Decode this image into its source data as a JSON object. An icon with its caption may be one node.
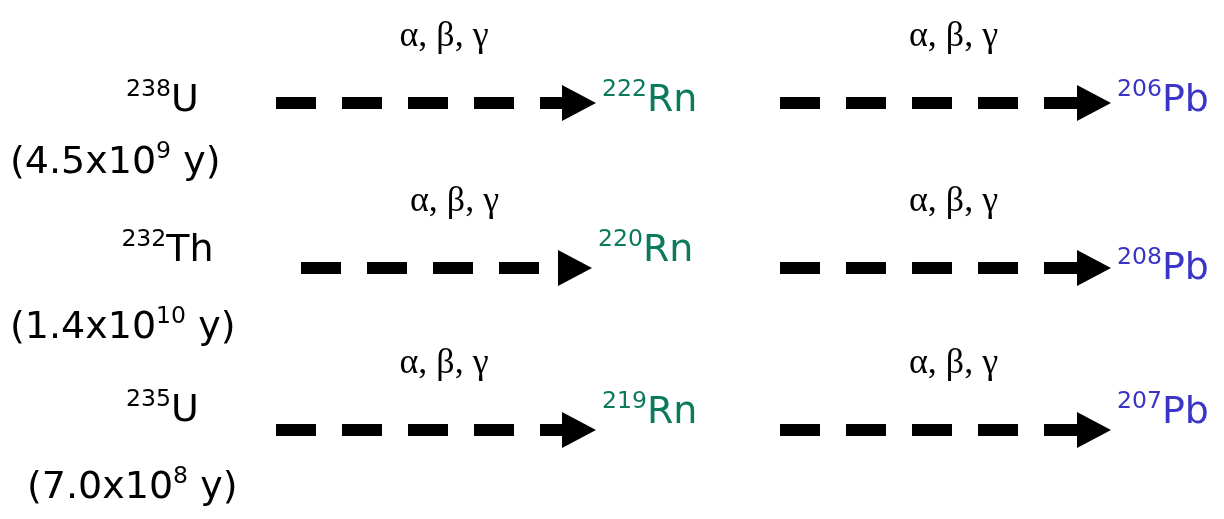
{
  "diagram": {
    "nodes": [
      {
        "text": [
          "$^{238}$U"
        ],
        "beside": [
          "(4.5x10$^{9}$ y)"
        ]
      },
      {
        "text": [
          "$^{222}$Rn"
        ]
      },
      {
        "text": [
          "$^{206}$Pb"
        ]
      },
      {
        "text": [
          "$^{232}$Th"
        ],
        "beside": [
          "(1.4x10$^{10}$ y)"
        ]
      },
      {
        "text": [
          "$^{220}$Rn"
        ]
      },
      {
        "text": [
          "$^{208}$Pb"
        ]
      },
      {
        "text": [
          "$^{235}$U"
        ],
        "beside": [
          "(7.0x10$^{8}$ y)"
        ]
      },
      {
        "text": [
          "$^{219}$Rn"
        ]
      },
      {
        "text": [
          "$^{207}$Pb"
        ]
      }
    ],
    "edges": [
      {
        "from": 0,
        "to": 1,
        "arrow": "to",
        "label": "α, β, γ",
        "style": "dashed"
      },
      {
        "from": 1,
        "to": 2,
        "arrow": "to",
        "label": "α, β, γ",
        "style": "dashed"
      },
      {
        "from": 3,
        "to": 4,
        "arrow": "to",
        "label": "α, β, γ",
        "style": "dashed"
      },
      {
        "from": 4,
        "to": 5,
        "arrow": "to",
        "label": "α, β, γ",
        "style": "dashed"
      },
      {
        "from": 6,
        "to": 7,
        "arrow": "to",
        "label": "α, β, γ",
        "style": "dashed"
      },
      {
        "from": 7,
        "to": 8,
        "arrow": "to",
        "label": "α, β, γ",
        "style": "dashed"
      }
    ]
  }
}
